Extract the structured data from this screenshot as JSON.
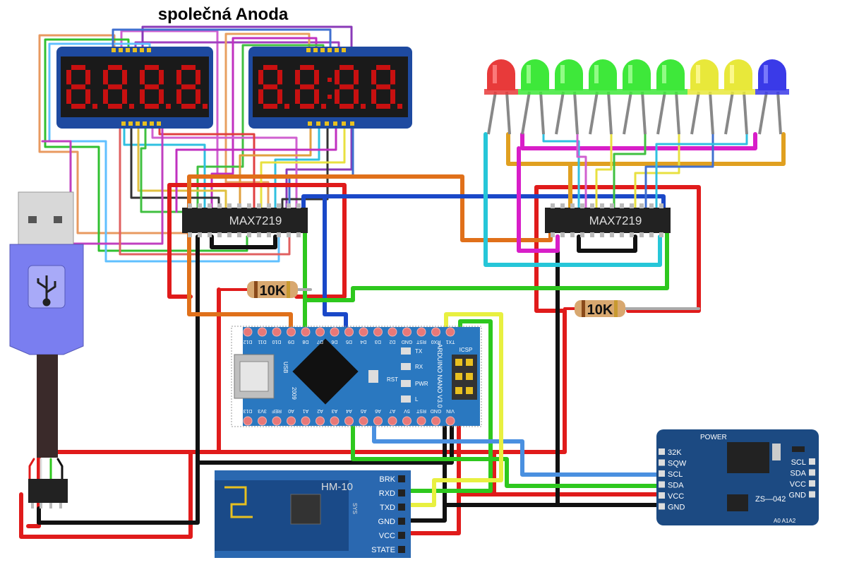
{
  "title": "společná Anoda",
  "colors": {
    "red": "#e01b1b",
    "black": "#111111",
    "orange": "#e0701a",
    "blue": "#1a48c8",
    "green": "#2ec81e",
    "lightblue": "#4a90e0",
    "cyan": "#26c6d8",
    "yellow": "#e8f040",
    "magenta": "#d81ec8",
    "gold": "#e0a020",
    "purple": "#8a3ab8",
    "pcb_blue": "#2a78c0",
    "module_blue": "#1c4a82"
  },
  "chips": [
    {
      "label": "MAX7219"
    },
    {
      "label": "MAX7219"
    }
  ],
  "resistors": [
    {
      "label": "10K"
    },
    {
      "label": "10K"
    }
  ],
  "displays": [
    {
      "digits": [
        "8",
        "8",
        "8",
        "8"
      ],
      "colon": false
    },
    {
      "digits": [
        "8",
        "8",
        ":",
        "8",
        "8"
      ],
      "colon": true
    }
  ],
  "leds": [
    "red",
    "green",
    "green",
    "green",
    "green",
    "green",
    "yellow",
    "yellow",
    "blue"
  ],
  "arduino": {
    "top_pins": [
      "D12",
      "D11",
      "D10",
      "D9",
      "D8",
      "D7",
      "D6",
      "D5",
      "D4",
      "D3",
      "D2",
      "GND",
      "RST",
      "RX0",
      "TX1"
    ],
    "bottom_pins": [
      "D13",
      "3V3",
      "REF",
      "A0",
      "A1",
      "A2",
      "A3",
      "A4",
      "A5",
      "A6",
      "A7",
      "5V",
      "RST",
      "GND",
      "VIN"
    ],
    "labels": {
      "board": "ARDUINO NANO V3.0",
      "icsp": "ICSP",
      "rst": "RST",
      "pwr": "PWR",
      "usb": "USB",
      "tx": "TX",
      "rx": "RX",
      "l": "L",
      "chip": "2009"
    }
  },
  "hm10": {
    "title": "HM-10",
    "pins": [
      "BRK",
      "RXD",
      "TXD",
      "GND",
      "VCC",
      "STATE"
    ],
    "sys": "SYS"
  },
  "rtc": {
    "left_pins": [
      "32K",
      "SQW",
      "SCL",
      "SDA",
      "VCC",
      "GND"
    ],
    "right_pins": [
      "SCL",
      "SDA",
      "VCC",
      "GND"
    ],
    "power": "POWER",
    "model": "ZS—042",
    "addr": "A0 A1A2"
  }
}
